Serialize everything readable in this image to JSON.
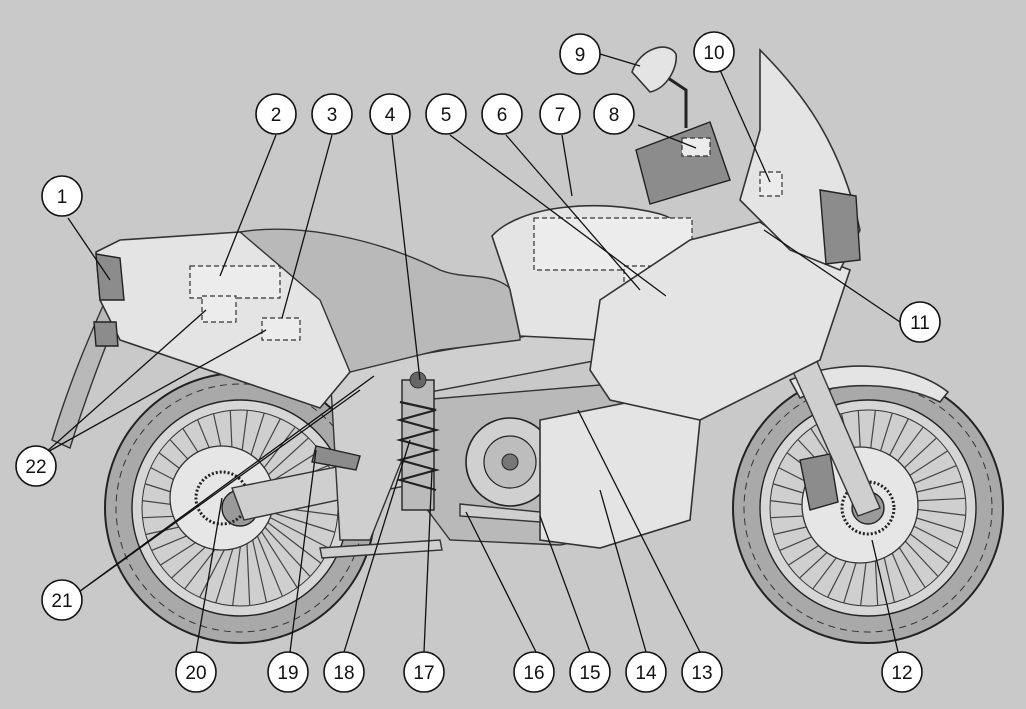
{
  "callouts": [
    {
      "id": "1",
      "label": "1"
    },
    {
      "id": "2",
      "label": "2"
    },
    {
      "id": "3",
      "label": "3"
    },
    {
      "id": "4",
      "label": "4"
    },
    {
      "id": "5",
      "label": "5"
    },
    {
      "id": "6",
      "label": "6"
    },
    {
      "id": "7",
      "label": "7"
    },
    {
      "id": "8",
      "label": "8"
    },
    {
      "id": "9",
      "label": "9"
    },
    {
      "id": "10",
      "label": "10"
    },
    {
      "id": "11",
      "label": "11"
    },
    {
      "id": "12",
      "label": "12"
    },
    {
      "id": "13",
      "label": "13"
    },
    {
      "id": "14",
      "label": "14"
    },
    {
      "id": "15",
      "label": "15"
    },
    {
      "id": "16",
      "label": "16"
    },
    {
      "id": "17",
      "label": "17"
    },
    {
      "id": "18",
      "label": "18"
    },
    {
      "id": "19",
      "label": "19"
    },
    {
      "id": "20",
      "label": "20"
    },
    {
      "id": "21",
      "label": "21"
    },
    {
      "id": "22",
      "label": "22"
    }
  ],
  "colors": {
    "background": "#c9c9c9",
    "body": "#e4e4e4",
    "outline": "#111111"
  }
}
